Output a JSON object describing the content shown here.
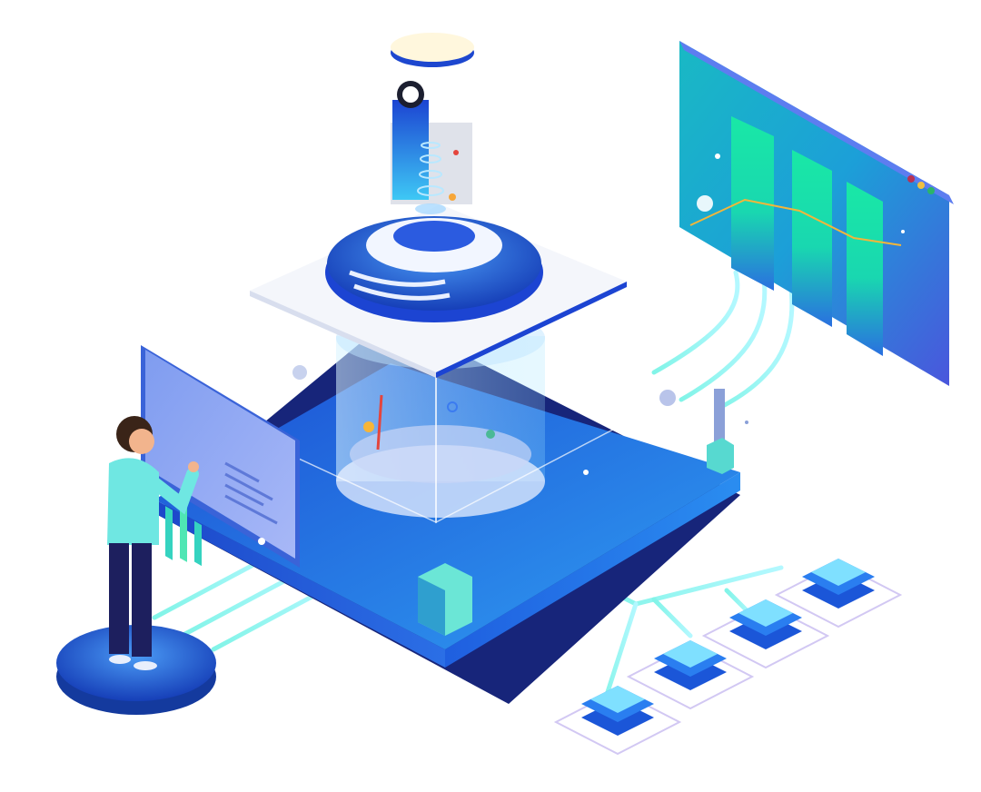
{
  "illustration": {
    "subject": "isometric-data-center",
    "elements": [
      "platform",
      "glass-cylinder",
      "beam-tower",
      "dashboard-screen",
      "side-panel",
      "person",
      "server-stacks"
    ],
    "dashboard": {
      "bars": 3,
      "bar_color": "#19e3a8",
      "line_color": "#f2b63a"
    },
    "colors": {
      "deep_blue": "#1a4fd6",
      "mid_blue": "#2d8cf0",
      "cyan": "#3ec8f5",
      "teal_glow": "#6cf3e4",
      "person_shirt": "#6fe7e2",
      "person_pants": "#1d1f5e"
    },
    "server_stacks": 4
  }
}
